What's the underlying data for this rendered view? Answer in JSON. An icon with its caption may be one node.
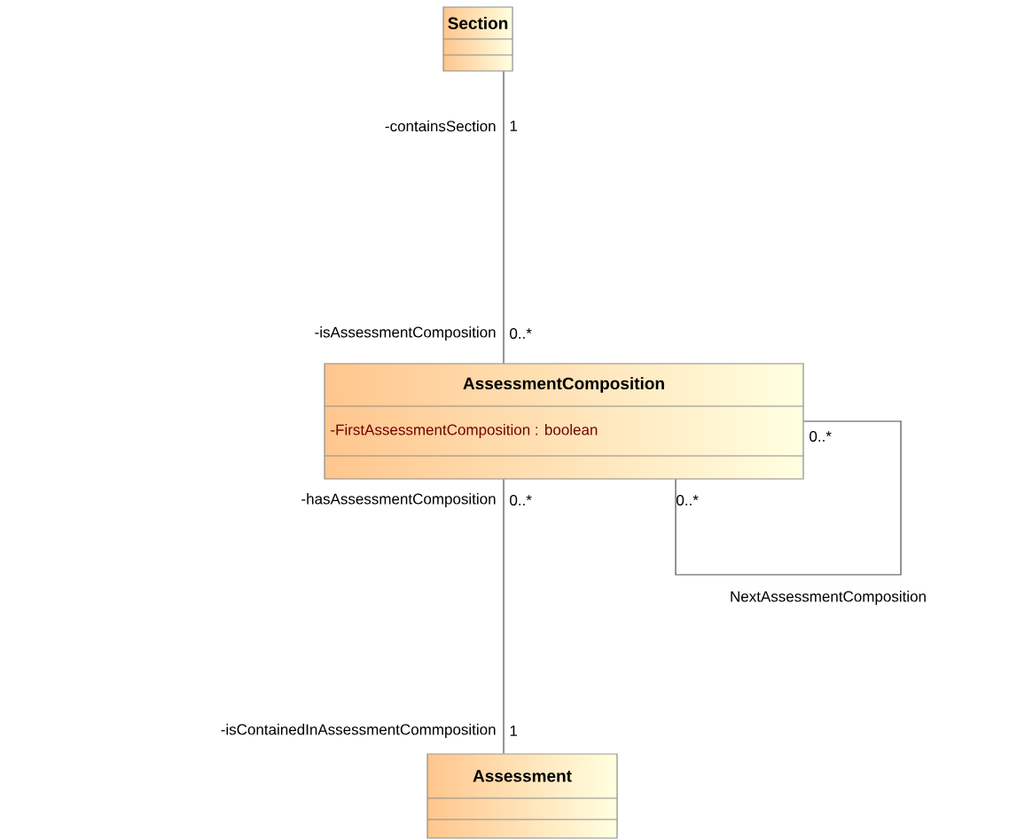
{
  "diagram": {
    "nodes": [
      {
        "text": [
          "Section"
        ]
      },
      {
        "text": [
          "AssessmentComposition",
          "-FirstAssessmentComposition : boolean"
        ]
      },
      {
        "text": [
          "Assessment"
        ]
      }
    ],
    "edges": [
      {
        "from": 0,
        "to": 1,
        "arrow": "none"
      },
      {
        "from": 1,
        "to": 2,
        "arrow": "none"
      },
      {
        "from": 1,
        "to": 1,
        "arrow": "none",
        "label": "NextAssessmentComposition"
      }
    ],
    "labels": [
      "-containsSection",
      "1",
      "-isAssessmentComposition",
      "0..*",
      "0..*",
      "-hasAssessmentComposition",
      "0..*",
      "0..*",
      "-isContainedInAssessmentCommposition",
      "1"
    ]
  }
}
